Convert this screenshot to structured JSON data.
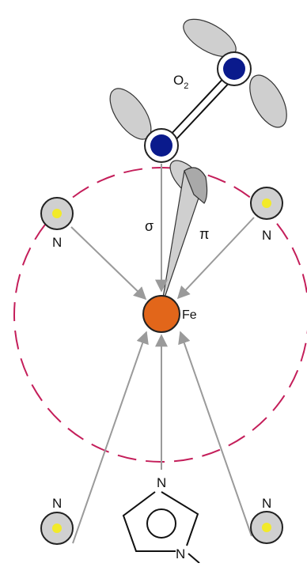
{
  "labels": {
    "o2_main": "O",
    "o2_sub": "2",
    "sigma": "σ",
    "pi": "π",
    "fe": "Fe",
    "n_top_left": "N",
    "n_top_right": "N",
    "n_bottom_left": "N",
    "n_bottom_right": "N",
    "n_imidazole_top": "N",
    "n_imidazole_bottom": "N"
  },
  "colors": {
    "iron": "#E2661A",
    "oxygen_atom": "#0A1A8C",
    "nitrogen_core": "#F2EA2A",
    "nitrogen_body": "#D0D0D0",
    "orbital_lobe": "#CFCFCF",
    "pi_orbital_overlap": "#A9A9A9",
    "porphyrin_ring": "#C41E5A",
    "bond_arrow": "#9A9A9A",
    "outline": "#222222"
  }
}
